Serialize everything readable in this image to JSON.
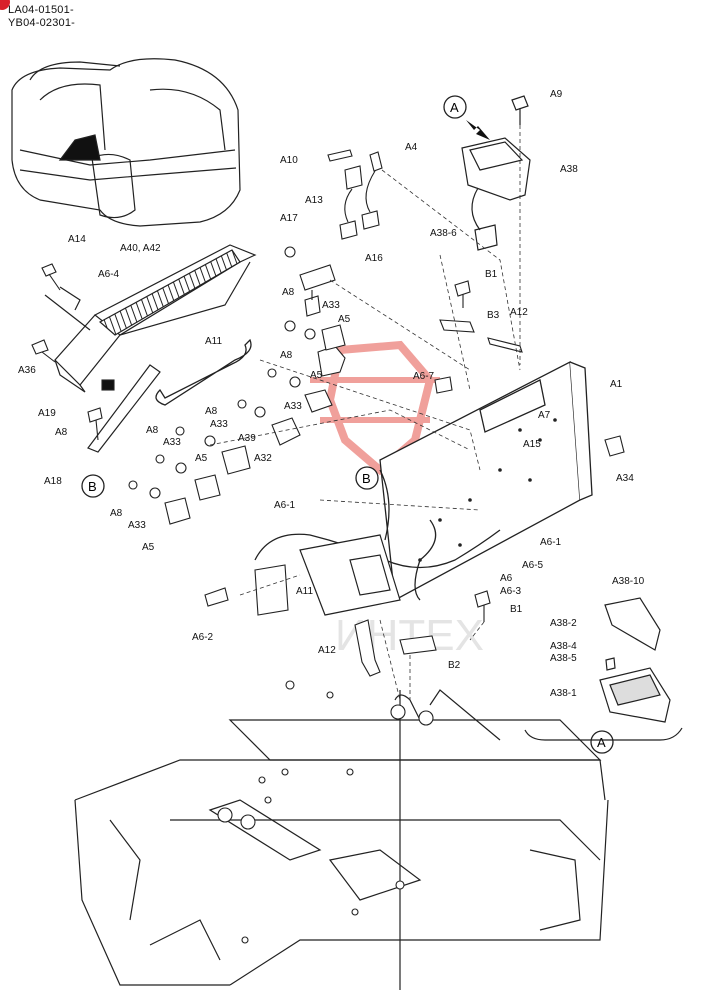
{
  "header": {
    "line1": "LA04-01501-",
    "line2": "YB04-02301-"
  },
  "watermark": {
    "text": "ИНТЕХ",
    "color": "#e5534b"
  },
  "callouts": {
    "A": "A",
    "B": "B"
  },
  "labels": {
    "A9": "A9",
    "A38": "A38",
    "A38_6": "A38-6",
    "A10": "A10",
    "A4": "A4",
    "A13": "A13",
    "A17": "A17",
    "A16": "A16",
    "A14": "A14",
    "A40_A42": "A40, A42",
    "A6_4": "A6-4",
    "A36": "A36",
    "A19": "A19",
    "A8a": "A8",
    "A18": "A18",
    "A11a": "A11",
    "A8b": "A8",
    "A33a": "A33",
    "A5a": "A5",
    "A8c": "A8",
    "A5b": "A5",
    "A33b": "A33",
    "A8d": "A8",
    "A33c": "A33",
    "A39": "A39",
    "A32": "A32",
    "A8e": "A8",
    "A5c": "A5",
    "A8f": "A8",
    "A33d": "A33",
    "A5d": "A5",
    "B1a": "B1",
    "B3": "B3",
    "A12a": "A12",
    "A6_7": "A6-7",
    "A1": "A1",
    "A7": "A7",
    "A15": "A15",
    "A34": "A34",
    "A6_1a": "A6-1",
    "A6_1b": "A6-1",
    "A6_5": "A6-5",
    "A6": "A6",
    "A6_3": "A6-3",
    "B1b": "B1",
    "A11b": "A11",
    "A6_2": "A6-2",
    "A12b": "A12",
    "B2": "B2",
    "A38_10": "A38-10",
    "A38_2": "A38-2",
    "A38_4": "A38-4",
    "A38_5": "A38-5",
    "A38_1": "A38-1"
  }
}
